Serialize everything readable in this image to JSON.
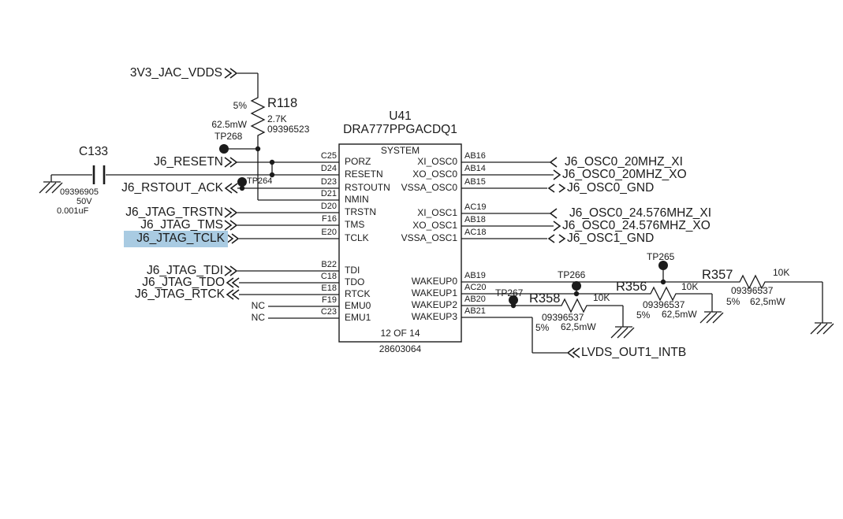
{
  "colors": {
    "background": "#ffffff",
    "wire": "#1b1b1b",
    "highlight": "#a9cbe2"
  },
  "symbols": {
    "output_connector": "»",
    "input_connector": "«",
    "bidirectional_connector": "< >",
    "input_arrow": "<",
    "output_arrow": ">",
    "testpoint": "filled-dot",
    "ground": "hatched-ground"
  },
  "chip": {
    "ref": "U41",
    "part": "DRA777PPGACDQ1",
    "block_title": "SYSTEM",
    "sheet_note": "12 OF 14",
    "doc_number": "28603064",
    "left_pins": [
      {
        "pin": "C25",
        "name": "PORZ"
      },
      {
        "pin": "D24",
        "name": "RESETN"
      },
      {
        "pin": "D23",
        "name": "RSTOUTN"
      },
      {
        "pin": "D21",
        "name": "NMIN"
      },
      {
        "pin": "D20",
        "name": "TRSTN"
      },
      {
        "pin": "F16",
        "name": "TMS"
      },
      {
        "pin": "E20",
        "name": "TCLK"
      },
      {
        "pin": "B22",
        "name": "TDI"
      },
      {
        "pin": "C18",
        "name": "TDO"
      },
      {
        "pin": "E18",
        "name": "RTCK"
      },
      {
        "pin": "F19",
        "name": "EMU0"
      },
      {
        "pin": "C23",
        "name": "EMU1"
      }
    ],
    "right_pins": [
      {
        "pin": "AB16",
        "name": "XI_OSC0"
      },
      {
        "pin": "AB14",
        "name": "XO_OSC0"
      },
      {
        "pin": "AB15",
        "name": "VSSA_OSC0"
      },
      {
        "pin": "AC19",
        "name": "XI_OSC1"
      },
      {
        "pin": "AB18",
        "name": "XO_OSC1"
      },
      {
        "pin": "AC18",
        "name": "VSSA_OSC1"
      },
      {
        "pin": "AB19",
        "name": "WAKEUP0"
      },
      {
        "pin": "AC20",
        "name": "WAKEUP1"
      },
      {
        "pin": "AB20",
        "name": "WAKEUP2"
      },
      {
        "pin": "AB21",
        "name": "WAKEUP3"
      }
    ]
  },
  "nets": {
    "power": "3V3_JAC_VDDS",
    "resetn": "J6_RESETN",
    "rstout_ack": "J6_RSTOUT_ACK",
    "trstn": "J6_JTAG_TRSTN",
    "tms": "J6_JTAG_TMS",
    "tclk": "J6_JTAG_TCLK",
    "tdi": "J6_JTAG_TDI",
    "tdo": "J6_JTAG_TDO",
    "rtck": "J6_JTAG_RTCK",
    "nc": "NC",
    "osc0_xi": "J6_OSC0_20MHZ_XI",
    "osc0_xo": "J6_OSC0_20MHZ_XO",
    "osc0_gnd": "J6_OSC0_GND",
    "osc1_xi": "J6_OSC0_24.576MHZ_XI",
    "osc1_xo": "J6_OSC0_24.576MHZ_XO",
    "osc1_gnd": "J6_OSC1_GND",
    "lvds": "LVDS_OUT1_INTB"
  },
  "components": {
    "r118": {
      "ref": "R118",
      "value": "2.7K",
      "tolerance": "5%",
      "power": "62.5mW",
      "part_number": "09396523"
    },
    "r356": {
      "ref": "R356",
      "value": "10K",
      "tolerance": "5%",
      "power": "62,5mW",
      "part_number": "09396537"
    },
    "r357": {
      "ref": "R357",
      "value": "10K",
      "tolerance": "5%",
      "power": "62,5mW",
      "part_number": "09396537"
    },
    "r358": {
      "ref": "R358",
      "value": "10K",
      "tolerance": "5%",
      "power": "62,5mW",
      "part_number": "09396537"
    },
    "c133": {
      "ref": "C133",
      "value": "0.001uF",
      "voltage": "50V",
      "part_number": "09396905"
    }
  },
  "test_points": {
    "tp264": "TP264",
    "tp265": "TP265",
    "tp266": "TP266",
    "tp267": "TP267",
    "tp268": "TP268"
  }
}
